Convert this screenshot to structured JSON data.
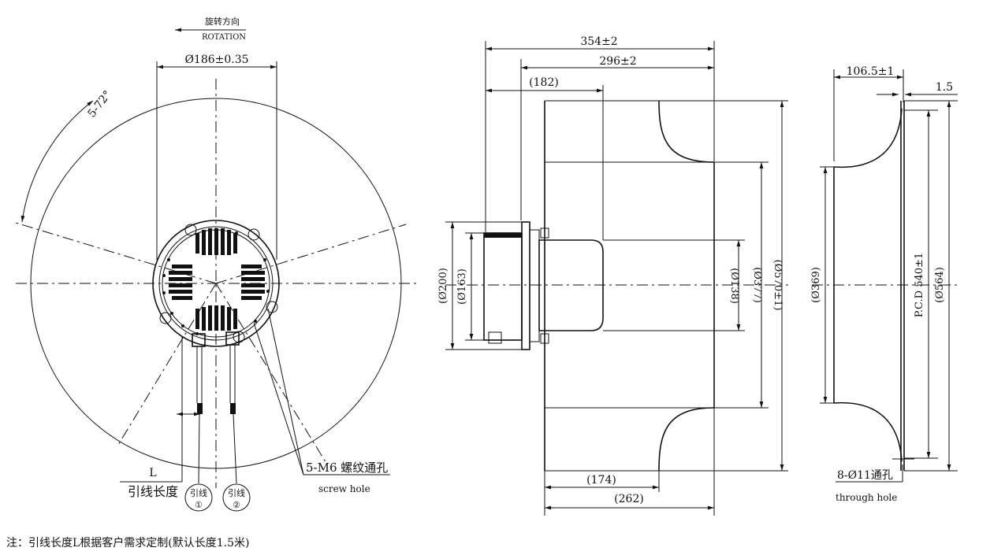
{
  "front_view": {
    "rotation_cn": "旋转方向",
    "rotation_en": "ROTATION",
    "dia_hub": "Ø186±0.35",
    "angle": "5-72°",
    "lead_length_symbol": "L",
    "lead_length_cn": "引线长度",
    "lead1_text": "引线",
    "lead1_num": "①",
    "lead2_text": "引线",
    "lead2_num": "②",
    "screw_cn": "5-M6 螺纹通孔",
    "screw_en": "screw hole"
  },
  "side_view": {
    "len_total": "354±2",
    "len_296": "296±2",
    "len_182": "(182)",
    "len_174": "(174)",
    "len_262": "(262)",
    "d200": "(Ø200)",
    "d163": "(Ø163)",
    "d138": "(Ø138)",
    "d377": "(Ø377)",
    "d570": "(Ø570±1)"
  },
  "ring_view": {
    "w_106": "106.5±1",
    "w_15": "1.5",
    "d369": "(Ø369)",
    "pcd": "P.C.D 540±1",
    "d564": "(Ø564)",
    "holes_cn": "8-Ø11通孔",
    "holes_en": "through hole"
  },
  "note": "注：引线长度L根据客户需求定制(默认长度1.5米)"
}
